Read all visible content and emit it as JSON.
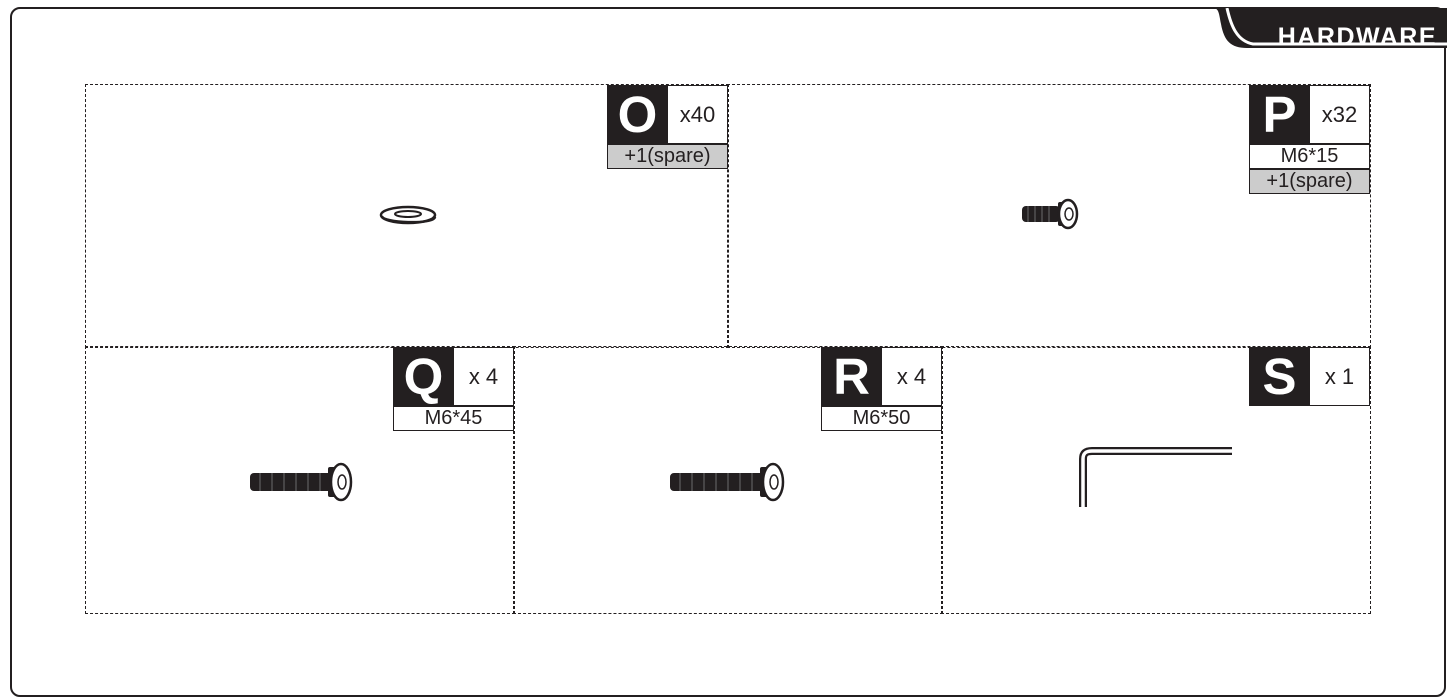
{
  "header": {
    "label": "HARDWARE"
  },
  "items": [
    {
      "letter": "O",
      "qty": "x40",
      "spare": "+1(spare)",
      "icon": "washer-icon"
    },
    {
      "letter": "P",
      "qty": "x32",
      "size": "M6*15",
      "spare": "+1(spare)",
      "icon": "short-bolt-icon"
    },
    {
      "letter": "Q",
      "qty": "x 4",
      "size": "M6*45",
      "icon": "bolt-icon"
    },
    {
      "letter": "R",
      "qty": "x 4",
      "size": "M6*50",
      "icon": "long-bolt-icon"
    },
    {
      "letter": "S",
      "qty": "x 1",
      "icon": "allen-key-icon"
    }
  ],
  "colors": {
    "ink": "#231f20",
    "spare_fill": "#cccccc"
  }
}
